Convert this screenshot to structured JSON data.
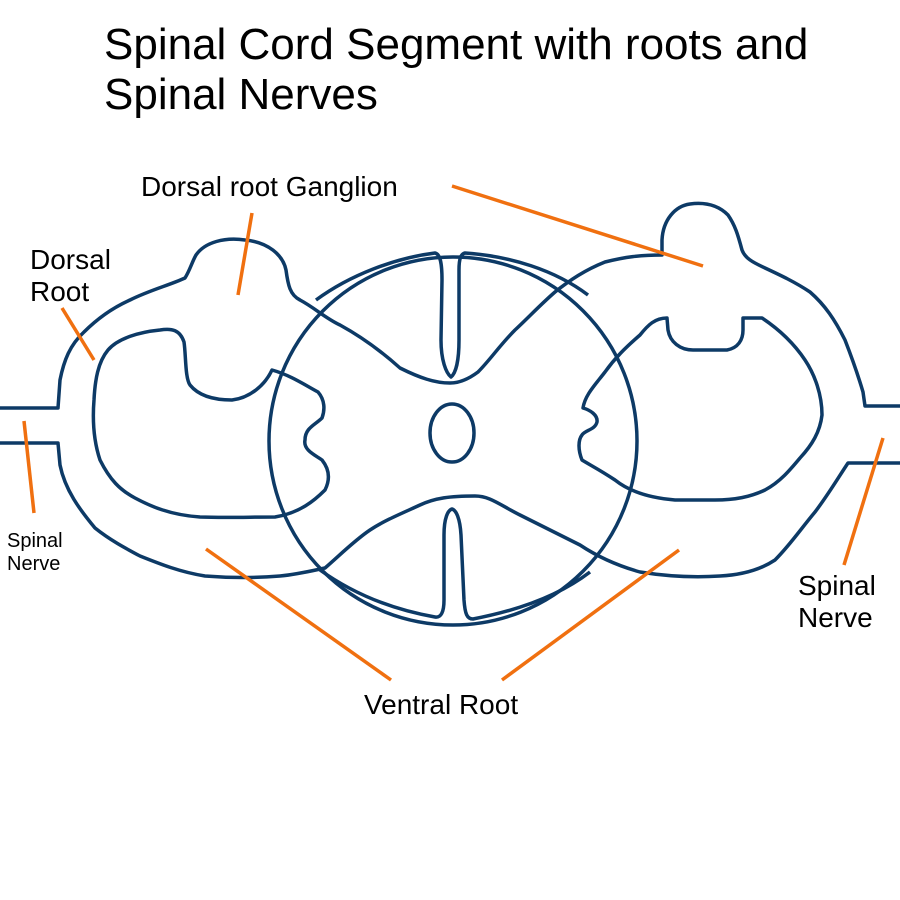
{
  "title": "Spinal Cord Segment with roots and Spinal Nerves",
  "labels": {
    "dorsal_root_ganglion": "Dorsal root Ganglion",
    "dorsal_root": "Dorsal\nRoot",
    "spinal_nerve_left": "Spinal\nNerve",
    "spinal_nerve_right": "Spinal\nNerve",
    "ventral_root": "Ventral Root"
  },
  "colors": {
    "outline": "#0d3a66",
    "leader": "#f07010",
    "text": "#000000"
  }
}
